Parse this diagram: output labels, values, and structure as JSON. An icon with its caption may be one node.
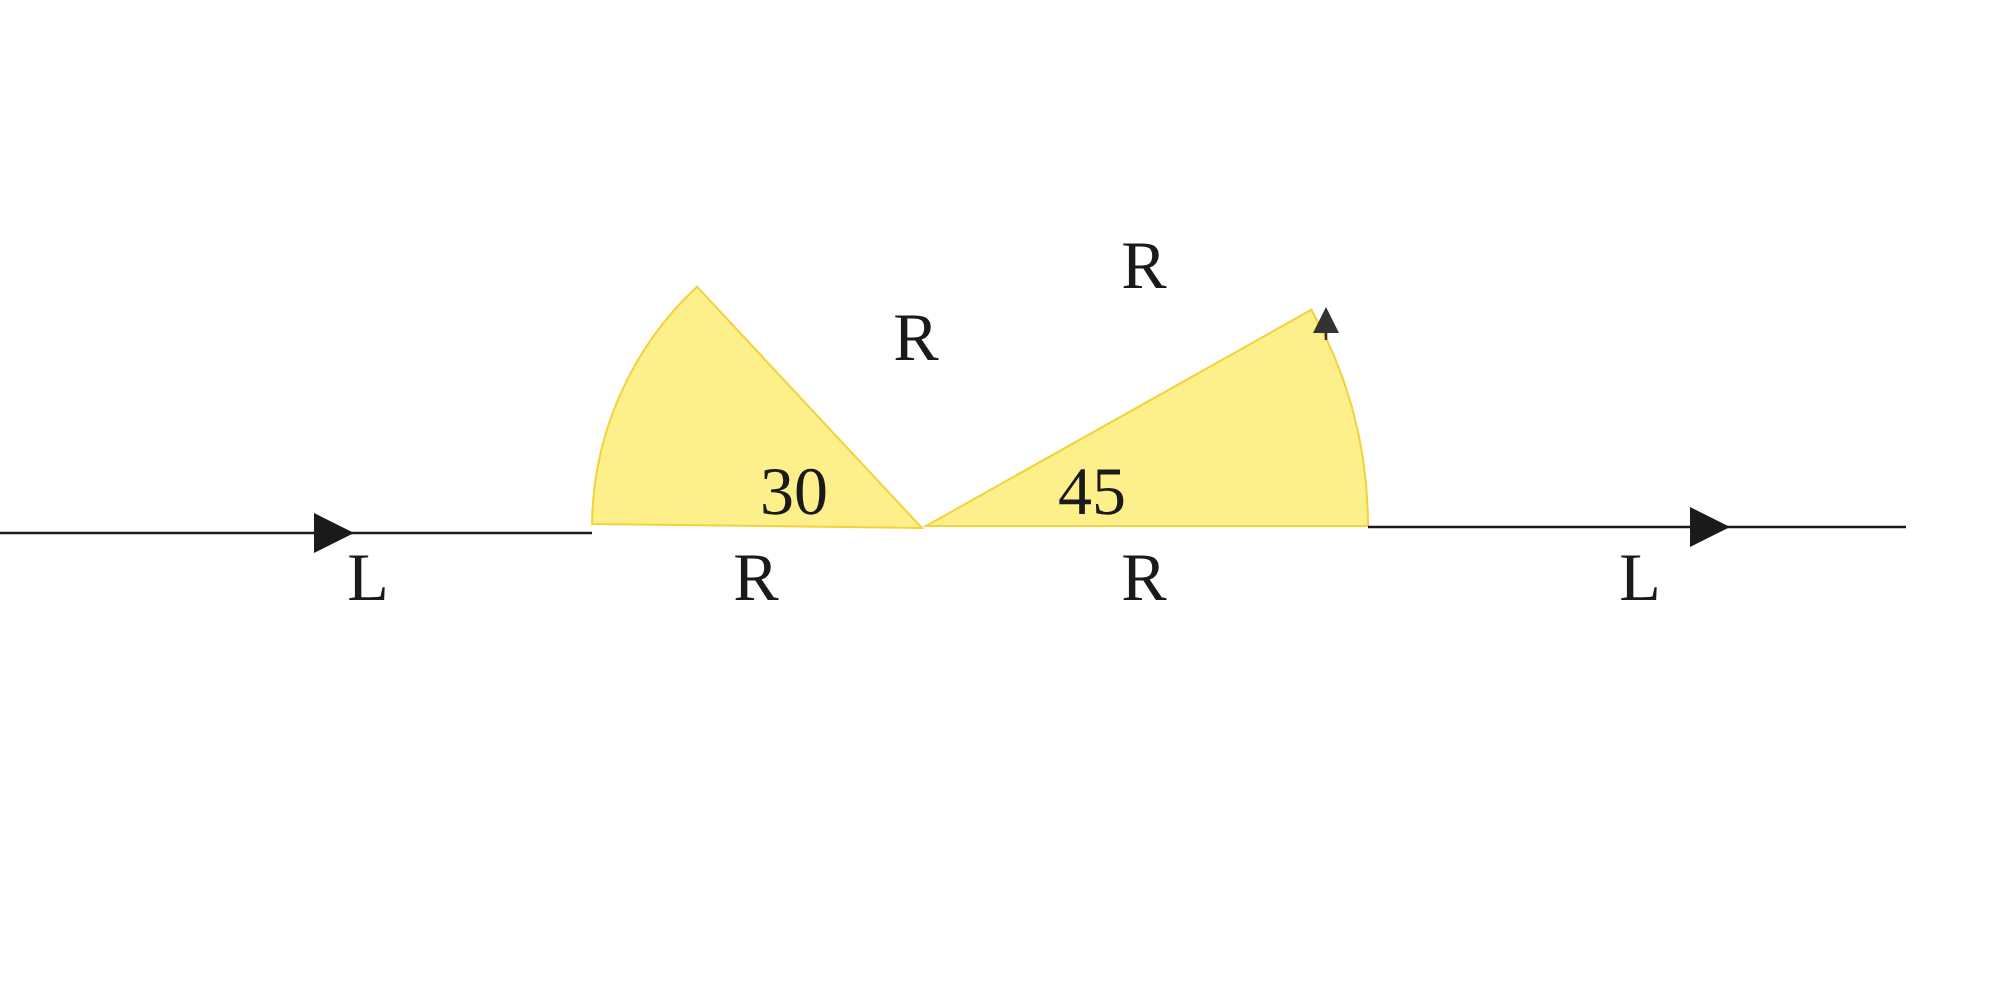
{
  "diagram": {
    "labels": [
      "R",
      "R",
      "30",
      "45",
      "L",
      "R",
      "R",
      "L"
    ]
  }
}
